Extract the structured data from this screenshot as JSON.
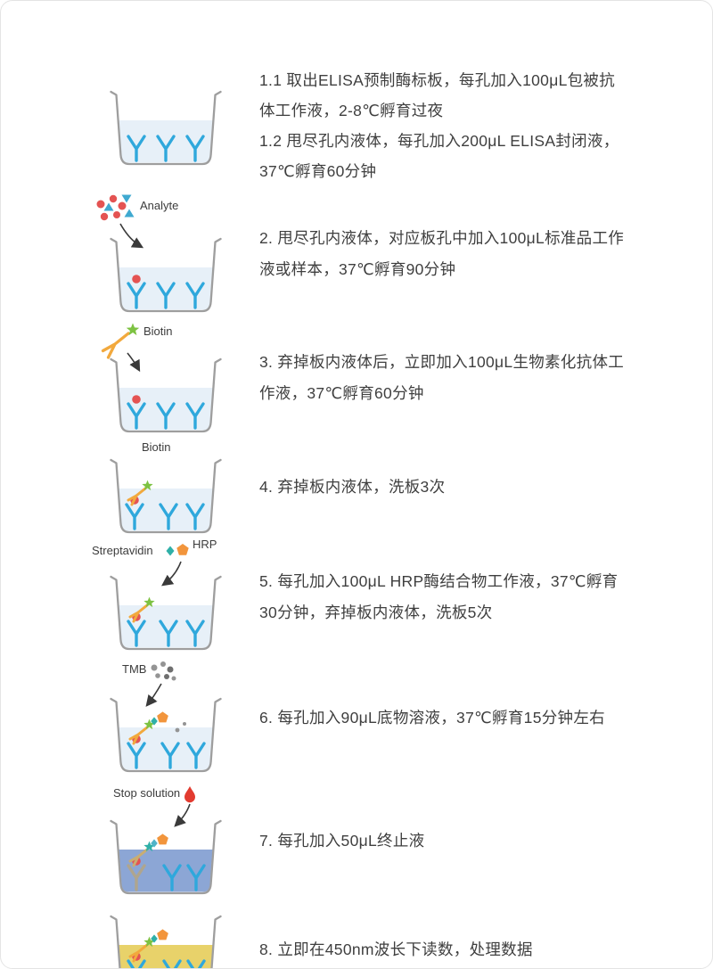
{
  "colors": {
    "antibody_blue": "#2FA8DC",
    "analyte_red": "#E45352",
    "detection_orange": "#F2A93D",
    "biotin_green": "#7DC242",
    "strep_teal": "#2FB0A8",
    "hrp_orange": "#F2953C",
    "tmb_gray": "#949494",
    "stop_red": "#E23B30",
    "well_liquid": "#E7F0F8",
    "stop_liquid": "#8CA6D5",
    "substrate_yellow": "#E8D26A",
    "outline_gray": "#9E9E9E",
    "text_color": "#3F3F3F"
  },
  "steps": [
    {
      "label": "",
      "texts": [
        "1.1 取出ELISA预制酶标板，每孔加入100μL包被抗体工作液，2-8℃孵育过夜",
        "1.2 甩尽孔内液体，每孔加入200μL ELISA封闭液，37℃孵育60分钟"
      ]
    },
    {
      "label": "Analyte",
      "texts": [
        "2. 甩尽孔内液体，对应板孔中加入100μL标准品工作液或样本，37℃孵育90分钟"
      ]
    },
    {
      "label": "Biotin",
      "texts": [
        "3. 弃掉板内液体后，立即加入100μL生物素化抗体工作液，37℃孵育60分钟"
      ]
    },
    {
      "label": "Biotin",
      "texts": [
        "4. 弃掉板内液体，洗板3次"
      ]
    },
    {
      "label": "Streptavidin",
      "label2": "HRP",
      "texts": [
        "5. 每孔加入100μL HRP酶结合物工作液，37℃孵育30分钟，弃掉板内液体，洗板5次"
      ]
    },
    {
      "label": "TMB",
      "texts": [
        "6. 每孔加入90μL底物溶液，37℃孵育15分钟左右"
      ]
    },
    {
      "label": "Stop solution",
      "texts": [
        "7. 每孔加入50μL终止液"
      ]
    },
    {
      "label": "",
      "texts": [
        "8. 立即在450nm波长下读数，处理数据"
      ]
    }
  ]
}
